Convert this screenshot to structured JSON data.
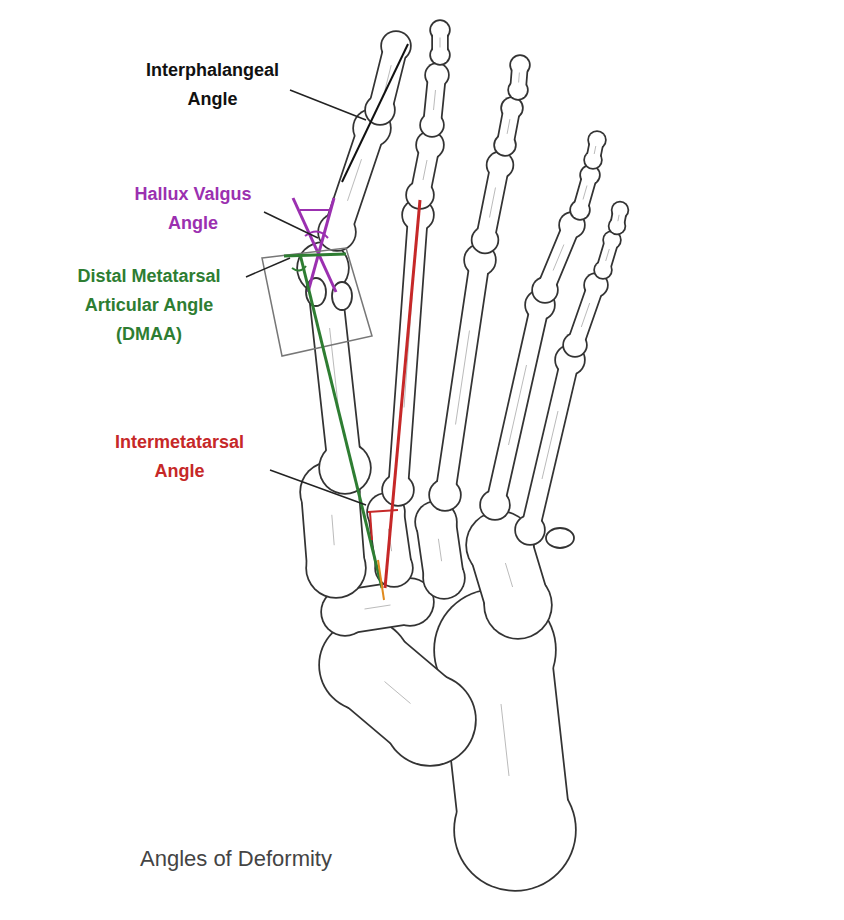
{
  "diagram": {
    "caption": "Angles of Deformity",
    "labels": [
      "Interphalangeal Angle",
      "Hallux Valgus Angle",
      "Distal Metatarsal Articular Angle (DMAA)",
      "Intermetatarsal Angle"
    ]
  }
}
